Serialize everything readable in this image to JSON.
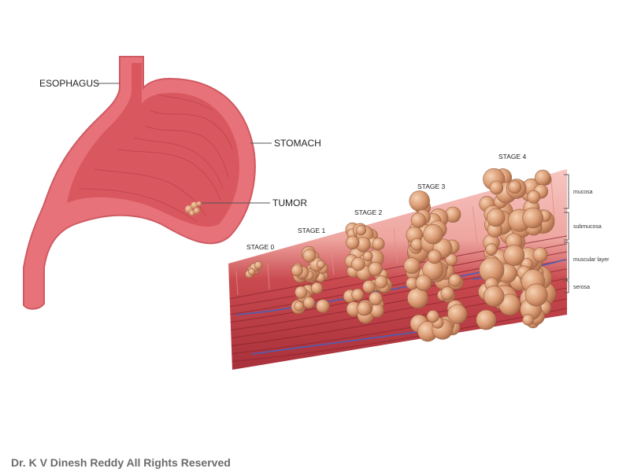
{
  "labels": {
    "esophagus": "ESOPHAGUS",
    "stomach": "STOMACH",
    "tumor": "TUMOR"
  },
  "stages": [
    "STAGE 0",
    "STAGE 1",
    "STAGE 2",
    "STAGE 3",
    "STAGE 4"
  ],
  "layers": [
    "mucosa",
    "submucosa",
    "muscular layer",
    "serosa"
  ],
  "footer": "Dr. K V Dinesh Reddy All Rights Reserved",
  "colors": {
    "stomach_outer": "#e8727a",
    "stomach_inner": "#d9585f",
    "tissue_mucosa": "#f4b8b4",
    "tissue_muscle": "#b8343c",
    "tumor_cell": "#d69a72",
    "vessel": "#4a5fb8"
  }
}
